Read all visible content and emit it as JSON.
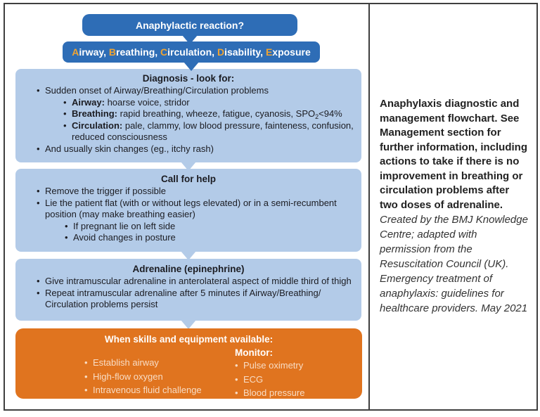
{
  "colors": {
    "dark_blue": "#2e6db6",
    "light_blue": "#b3cbe8",
    "orange": "#e0741f",
    "abcde_initial": "#f0a432",
    "orange_body_text": "#f8dcc4",
    "frame_border": "#3f3f3f"
  },
  "flowchart": {
    "question": "Anaphylactic reaction?",
    "abcde": {
      "words": [
        {
          "initial": "A",
          "rest": "irway, "
        },
        {
          "initial": "B",
          "rest": "reathing, "
        },
        {
          "initial": "C",
          "rest": "irculation, "
        },
        {
          "initial": "D",
          "rest": "isability, "
        },
        {
          "initial": "E",
          "rest": "xposure"
        }
      ]
    },
    "diagnosis": {
      "title": "Diagnosis - look for:",
      "bullet_sudden": "Sudden onset of Airway/Breathing/Circulation problems",
      "airway": {
        "label": "Airway:",
        "text": " hoarse voice, stridor"
      },
      "breathing": {
        "label": "Breathing:",
        "pre": " rapid breathing, wheeze, fatigue, cyanosis, SPO",
        "sub": "2",
        "post": "<94%"
      },
      "circulation": {
        "label": "Circulation:",
        "text": " pale, clammy, low blood pressure, fainteness, confusion, reduced consciousness"
      },
      "bullet_skin": "And usually skin changes (eg., itchy rash)"
    },
    "call_for_help": {
      "title": "Call for help",
      "bullet_remove": "Remove the trigger if possible",
      "bullet_lie": "Lie the patient flat (with or without legs elevated) or in a semi-recumbent position (may make breathing easier)",
      "sub_pregnant": "If pregnant lie on left side",
      "sub_posture": "Avoid changes in posture"
    },
    "adrenaline": {
      "title": "Adrenaline (epinephrine)",
      "bullet_give": "Give intramuscular adrenaline in anterolateral aspect of middle third of thigh",
      "bullet_repeat": "Repeat intramuscular adrenaline after 5 minutes if Airway/Breathing/ Circulation problems persist"
    },
    "skills": {
      "title": "When skills and equipment available:",
      "left_bullets": [
        "Establish airway",
        "High-flow oxygen",
        "Intravenous fluid challenge"
      ],
      "monitor_title": "Monitor:",
      "monitor_bullets": [
        "Pulse oximetry",
        "ECG",
        "Blood pressure"
      ]
    }
  },
  "caption": {
    "bold_text": "Anaphylaxis diagnostic and management flowchart. See Management section for further information, including actions to take if there is no improvement in breathing or circulation problems after two doses of adrenaline.",
    "italic_text": "Created by the BMJ Knowledge Centre; adapted with permission from the Resuscitation Council (UK). Emergency treatment of anaphylaxis: guidelines for healthcare providers. May 2021"
  }
}
